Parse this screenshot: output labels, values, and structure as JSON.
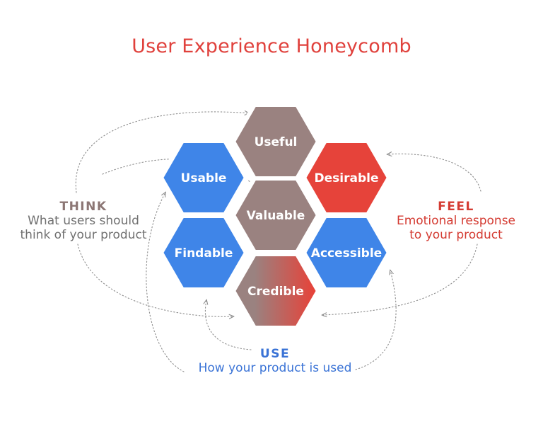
{
  "title": "User Experience Honeycomb",
  "colors": {
    "title": "#e0413c",
    "blue": "#3f85e8",
    "mauve": "#9a8280",
    "red": "#e6433a",
    "think": "#8c7674",
    "think_desc": "#707070",
    "feel": "#d43b32",
    "use": "#3a73d6",
    "arrow": "#8e8e8e"
  },
  "cells": {
    "useful": "Useful",
    "usable": "Usable",
    "desirable": "Desirable",
    "valuable": "Valuable",
    "findable": "Findable",
    "accessible": "Accessible",
    "credible": "Credible"
  },
  "think": {
    "heading": "THINK",
    "line1": "What users should",
    "line2": "think of your product"
  },
  "feel": {
    "heading": "FEEL",
    "line1": "Emotional response",
    "line2": "to your product"
  },
  "use": {
    "heading": "USE",
    "line1": "How your product is used"
  }
}
